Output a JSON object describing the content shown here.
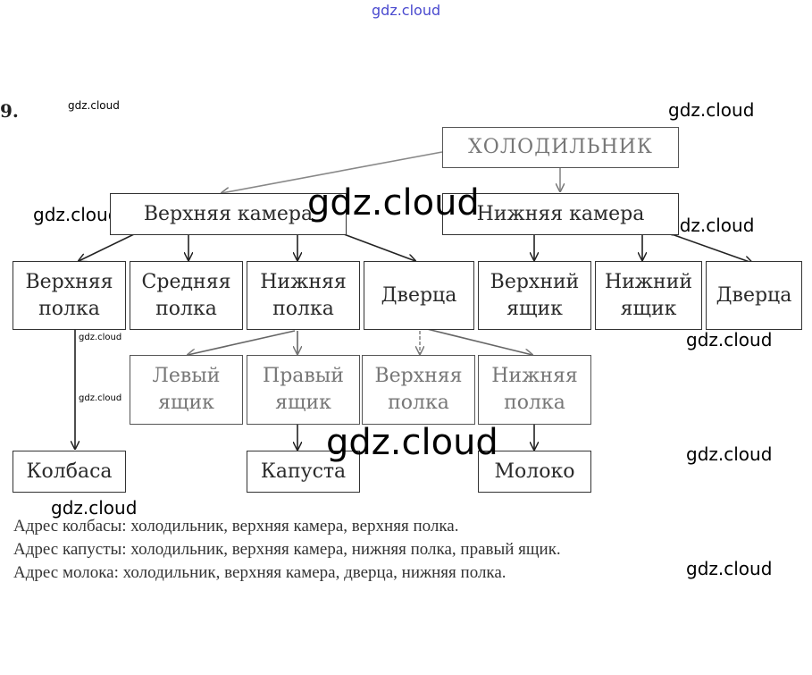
{
  "task_number": "9.",
  "watermark": "gdz.cloud",
  "nodes": {
    "root": "ХОЛОДИЛЬНИК",
    "upper_chamber": "Верхняя камера",
    "lower_chamber": "Нижняя камера",
    "upper_shelf": "Верхняя\nполка",
    "middle_shelf": "Средняя\nполка",
    "lower_shelf": "Нижняя\nполка",
    "door_upper": "Дверца",
    "upper_drawer": "Верхний\nящик",
    "lower_drawer": "Нижний\nящик",
    "door_lower": "Дверца",
    "left_drawer": "Левый\nящик",
    "right_drawer": "Правый\nящик",
    "door_upper_shelf": "Верхняя\nполка",
    "door_lower_shelf": "Нижняя\nполка",
    "sausage": "Колбаса",
    "cabbage": "Капуста",
    "milk": "Молоко"
  },
  "addresses": [
    "Адрес колбасы: холодильник, верхняя камера, верхняя полка.",
    "Адрес капусты: холодильник, верхняя камера, нижняя полка, правый ящик.",
    "Адрес молока: холодильник, верхняя камера, дверца, нижняя полка."
  ]
}
